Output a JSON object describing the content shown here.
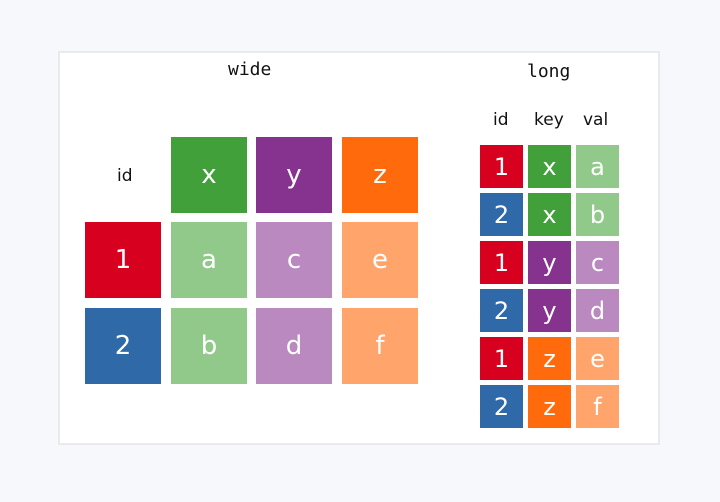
{
  "colors": {
    "red": "#d7001f",
    "blue": "#2f69a8",
    "green": "#42a03a",
    "purple": "#86328f",
    "orange": "#ff6a0c",
    "light_green": "#91c98b",
    "light_purple": "#b989c0",
    "light_orange": "#ffa56b"
  },
  "wide": {
    "title": "wide",
    "id_header": "id",
    "columns": [
      {
        "label": "x",
        "color": "green"
      },
      {
        "label": "y",
        "color": "purple"
      },
      {
        "label": "z",
        "color": "orange"
      }
    ],
    "rows": [
      {
        "id": "1",
        "id_color": "red",
        "cells": [
          {
            "value": "a",
            "color": "light_green"
          },
          {
            "value": "c",
            "color": "light_purple"
          },
          {
            "value": "e",
            "color": "light_orange"
          }
        ]
      },
      {
        "id": "2",
        "id_color": "blue",
        "cells": [
          {
            "value": "b",
            "color": "light_green"
          },
          {
            "value": "d",
            "color": "light_purple"
          },
          {
            "value": "f",
            "color": "light_orange"
          }
        ]
      }
    ]
  },
  "long": {
    "title": "long",
    "headers": [
      "id",
      "key",
      "val"
    ],
    "rows": [
      {
        "id": "1",
        "id_color": "red",
        "key": "x",
        "key_color": "green",
        "val": "a",
        "val_color": "light_green"
      },
      {
        "id": "2",
        "id_color": "blue",
        "key": "x",
        "key_color": "green",
        "val": "b",
        "val_color": "light_green"
      },
      {
        "id": "1",
        "id_color": "red",
        "key": "y",
        "key_color": "purple",
        "val": "c",
        "val_color": "light_purple"
      },
      {
        "id": "2",
        "id_color": "blue",
        "key": "y",
        "key_color": "purple",
        "val": "d",
        "val_color": "light_purple"
      },
      {
        "id": "1",
        "id_color": "red",
        "key": "z",
        "key_color": "orange",
        "val": "e",
        "val_color": "light_orange"
      },
      {
        "id": "2",
        "id_color": "blue",
        "key": "z",
        "key_color": "orange",
        "val": "f",
        "val_color": "light_orange"
      }
    ]
  }
}
